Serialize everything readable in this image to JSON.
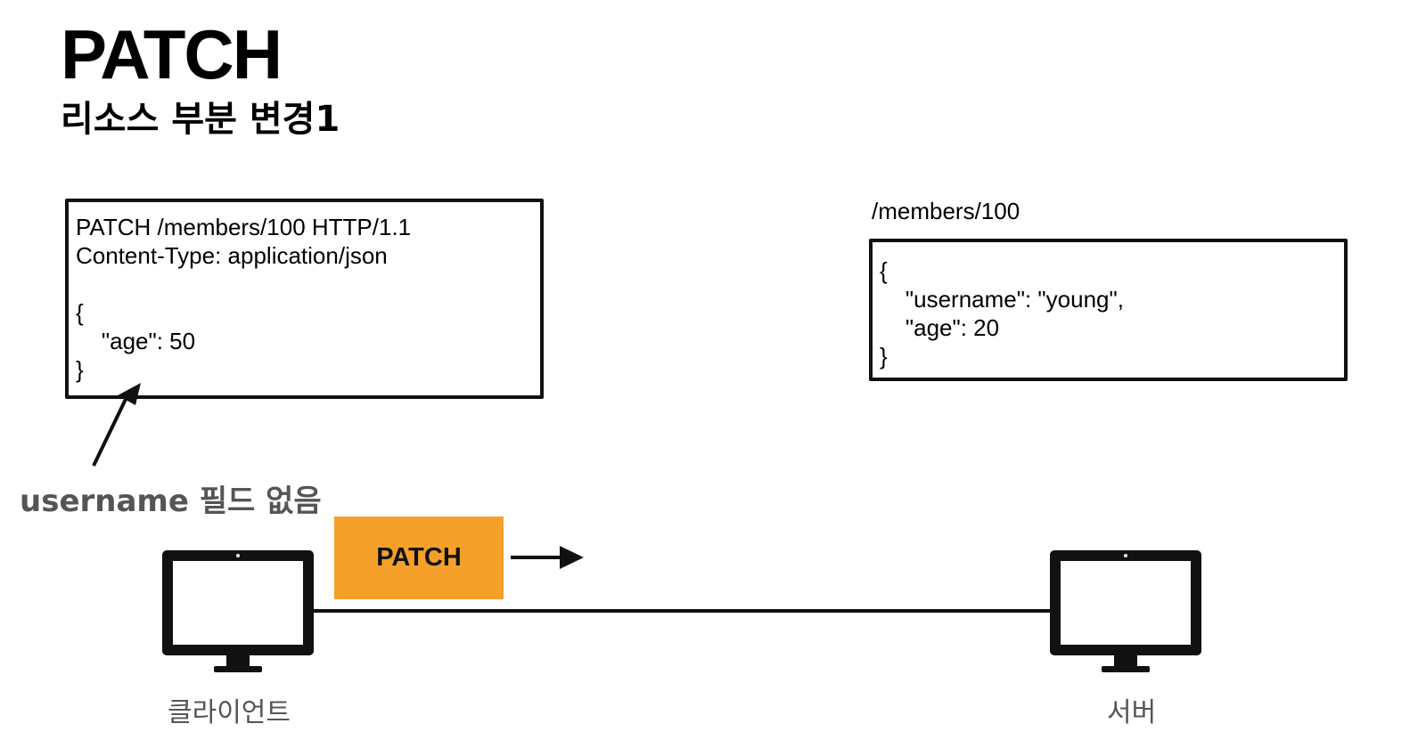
{
  "title": "PATCH",
  "subtitle": "리소스 부분 변경1",
  "request": {
    "lines": [
      "PATCH /members/100 HTTP/1.1",
      "Content-Type: application/json",
      "",
      "{",
      "    \"age\": 50",
      "}"
    ]
  },
  "resource": {
    "path": "/members/100",
    "lines": [
      "{",
      "    \"username\": \"young\",",
      "    \"age\": 20",
      "}"
    ]
  },
  "note": "username 필드 없음",
  "method_badge": "PATCH",
  "client_label": "클라이언트",
  "server_label": "서버",
  "colors": {
    "badge": "#F5A02A",
    "note_text": "#555555",
    "stroke": "#111111"
  }
}
